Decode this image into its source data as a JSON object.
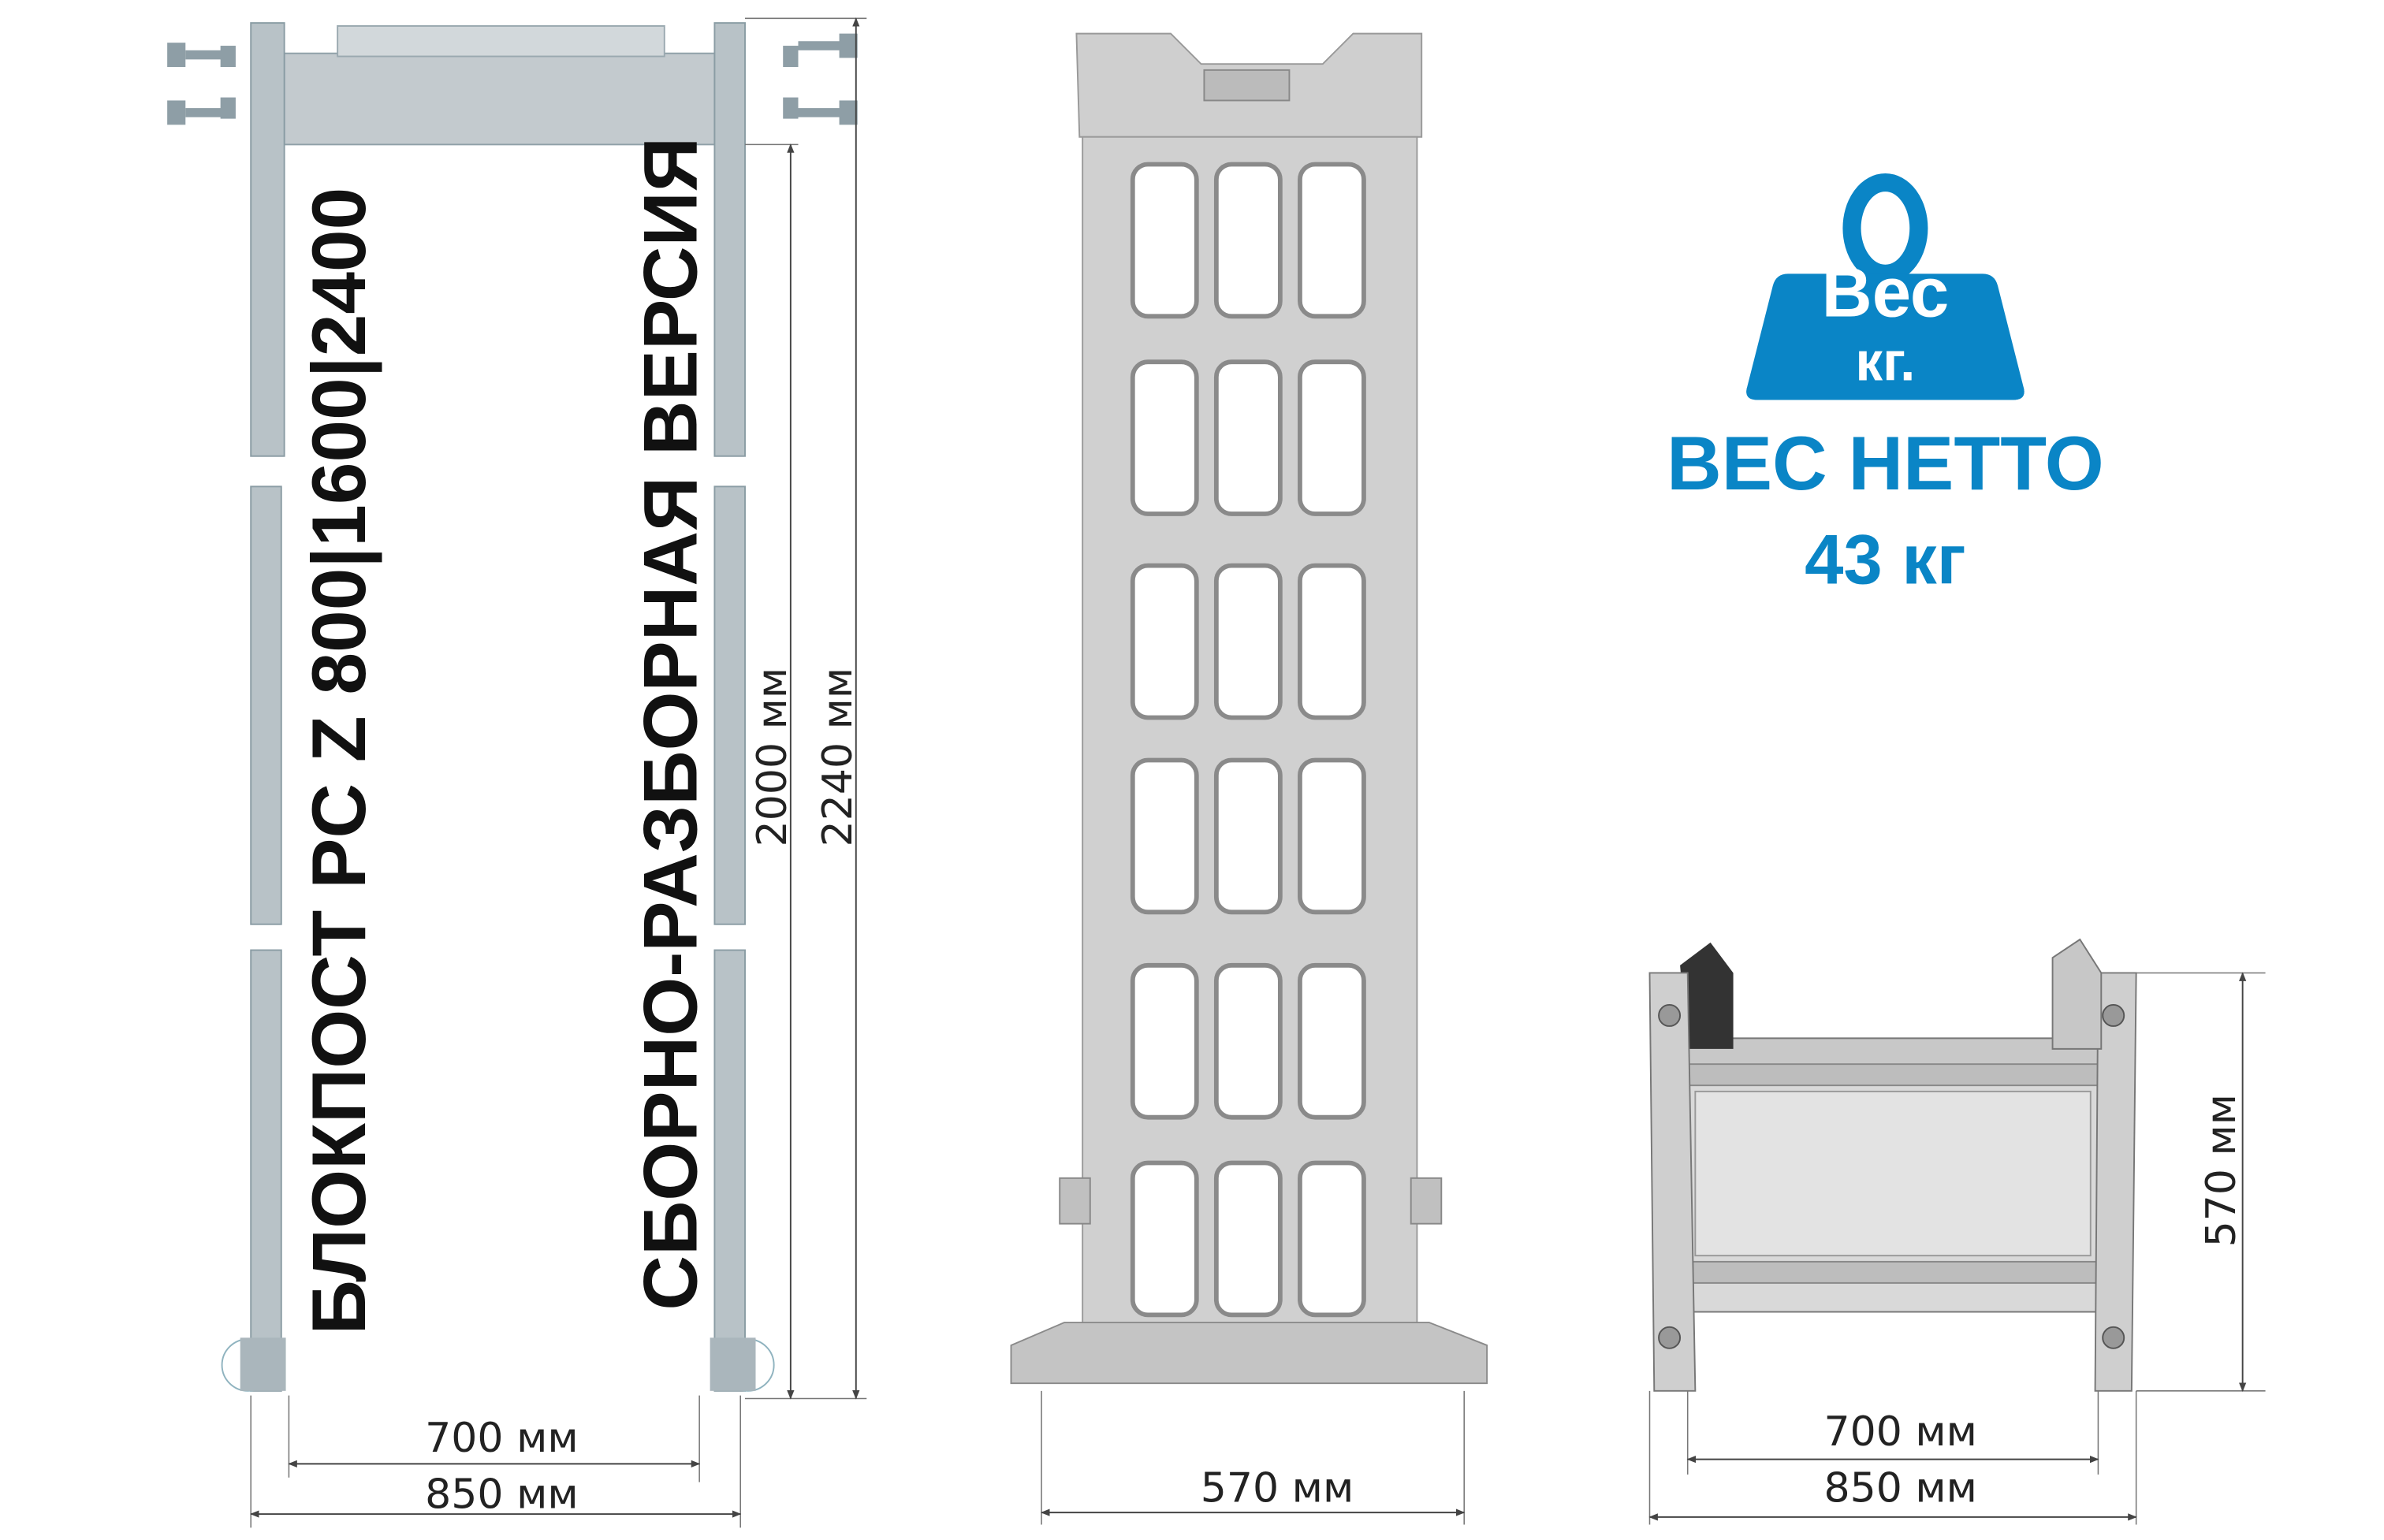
{
  "left_view": {
    "title": "БЛОКПОСТ  PC Z 800|1600|2400",
    "subtitle": "СБОРНО-РАЗБОРНАЯ ВЕРСИЯ",
    "height_inner": "2000 мм",
    "height_outer": "2240 мм",
    "width_inner": "700 мм",
    "width_outer": "850 мм"
  },
  "side_view": {
    "depth": "570 мм"
  },
  "weight": {
    "icon_word": "Вес",
    "icon_unit": "кг.",
    "label": "ВЕС НЕТТО",
    "value": "43 кг",
    "color": "#0a85c6"
  },
  "top_view": {
    "depth": "570 мм",
    "width_inner": "700 мм",
    "width_outer": "850 мм"
  }
}
